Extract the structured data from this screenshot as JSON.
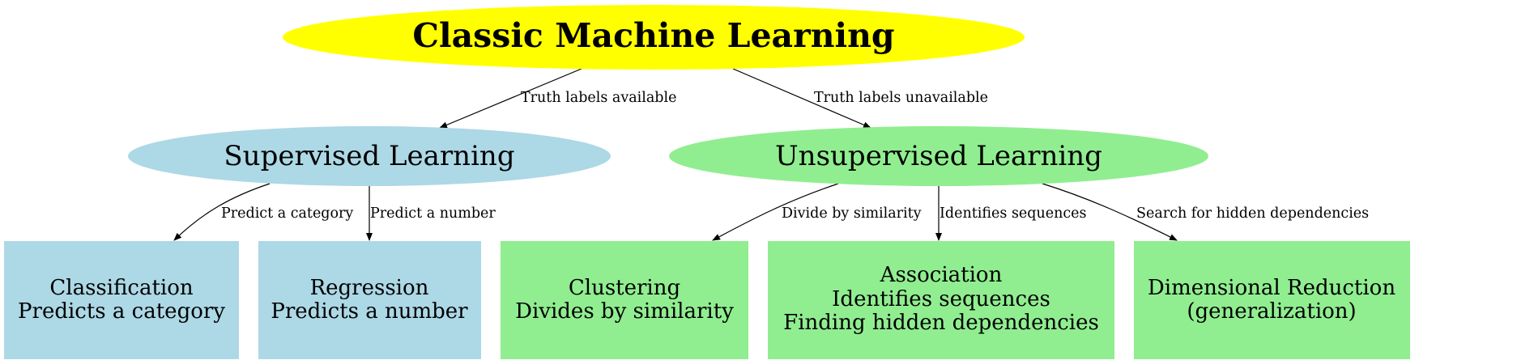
{
  "diagram": {
    "colors": {
      "root_fill": "#ffff00",
      "supervised_fill": "#add8e6",
      "unsupervised_fill": "#90ee90",
      "edge": "#000000",
      "background": "#ffffff"
    },
    "nodes": {
      "root": {
        "label": "Classic Machine Learning"
      },
      "supervised": {
        "label": "Supervised Learning"
      },
      "unsupervised": {
        "label": "Unsupervised Learning"
      },
      "classification": {
        "lines": [
          "Classification",
          "Predicts a category"
        ]
      },
      "regression": {
        "lines": [
          "Regression",
          "Predicts a number"
        ]
      },
      "clustering": {
        "lines": [
          "Clustering",
          "Divides by similarity"
        ]
      },
      "association": {
        "lines": [
          "Association",
          "Identifies sequences",
          "Finding hidden dependencies"
        ]
      },
      "dimensional_reduction": {
        "lines": [
          "Dimensional Reduction",
          "(generalization)"
        ]
      }
    },
    "edges": {
      "root_supervised": "Truth labels available",
      "root_unsupervised": "Truth labels unavailable",
      "supervised_classification": "Predict a category",
      "supervised_regression": "Predict a number",
      "unsupervised_clustering": "Divide by similarity",
      "unsupervised_association": "Identifies sequences",
      "unsupervised_dimensional_reduction": "Search for hidden dependencies"
    }
  }
}
